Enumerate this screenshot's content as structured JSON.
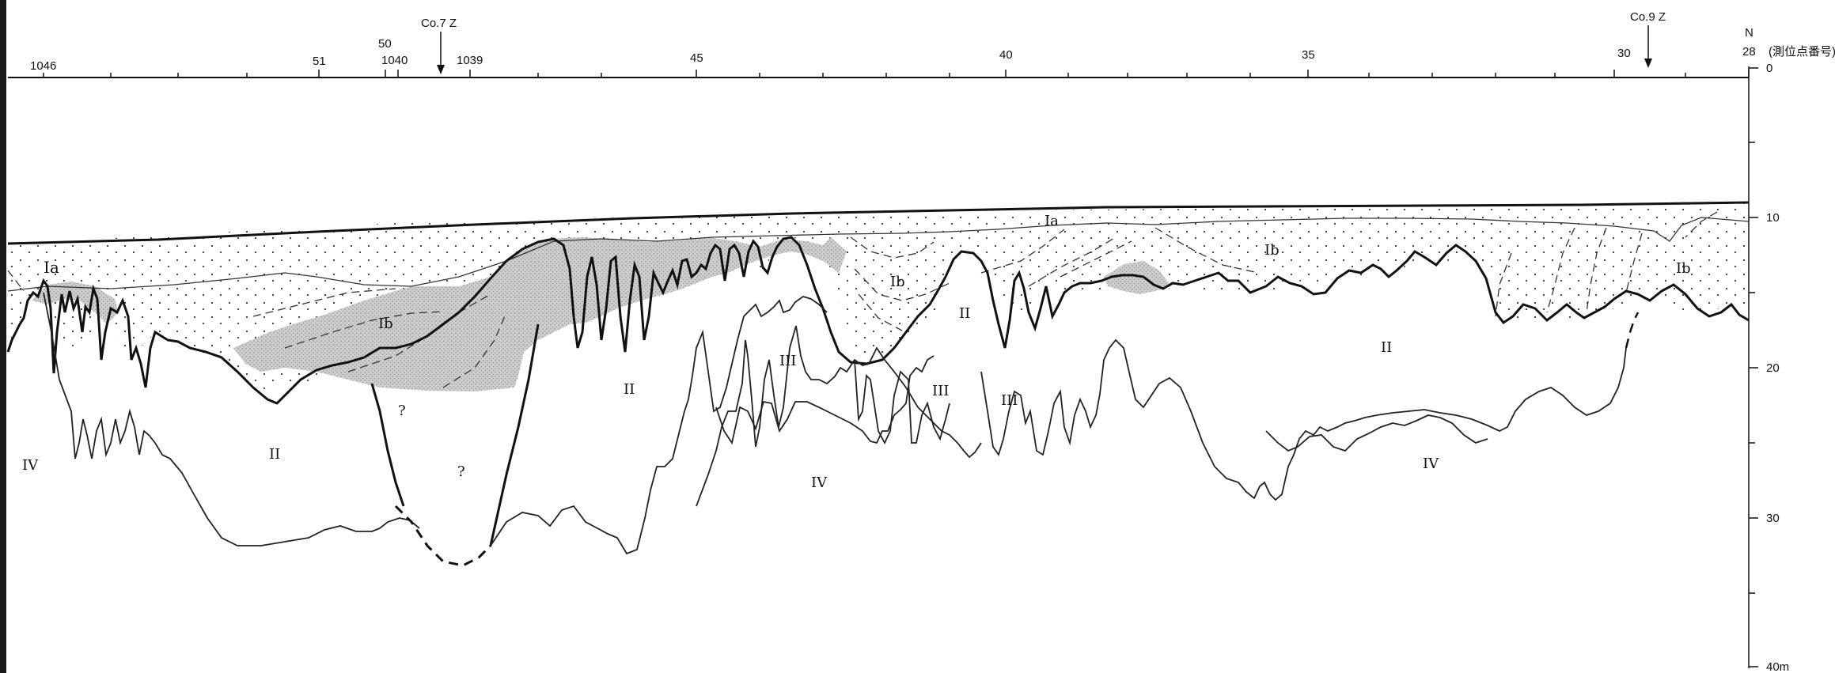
{
  "station_ticks": [
    "1046",
    "51",
    "50",
    "1040",
    "1039",
    "45",
    "40",
    "35",
    "30",
    "28"
  ],
  "station_unit": "(測位点番号)",
  "cores": [
    "Co.7 Z",
    "Co.9 Z"
  ],
  "north_label": "N",
  "depth_ticks": [
    "0",
    "10",
    "20",
    "30",
    "40m"
  ],
  "units": {
    "Ia_left": "Ia",
    "Ia_center": "Ia",
    "Ib_a": "Ib",
    "Ib_b": "Ib",
    "Ib_c": "Ib",
    "Ib_d": "Ib",
    "II_a": "II",
    "II_b": "II",
    "II_c": "II",
    "II_d": "II",
    "III_a": "III",
    "III_b": "III",
    "III_c": "III",
    "IV_a": "IV",
    "IV_b": "IV",
    "IV_c": "IV",
    "q1": "?",
    "q2": "?"
  }
}
